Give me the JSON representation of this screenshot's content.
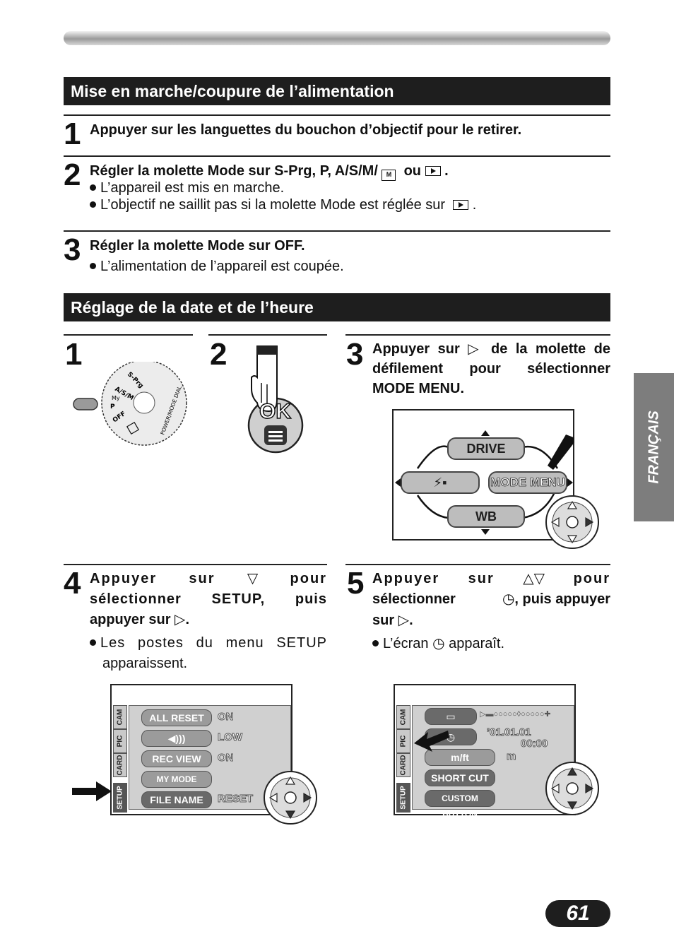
{
  "section1": {
    "title": "Mise en marche/coupure de l’alimentation",
    "steps": [
      {
        "num": "1",
        "title": "Appuyer sur les languettes du bouchon d’objectif pour le retirer."
      },
      {
        "num": "2",
        "title_a": "Régler la molette Mode sur S-Prg, P, A/S/M/",
        "title_or": "ou",
        "bullets": [
          "L’appareil est mis en marche.",
          "L’objectif ne saillit pas si la molette Mode est réglée sur"
        ]
      },
      {
        "num": "3",
        "title": "Régler la molette Mode sur OFF.",
        "bullets": [
          "L’alimentation de l’appareil est coupée."
        ]
      }
    ]
  },
  "section2": {
    "title": "Réglage de la date et de l’heure",
    "step1": {
      "num": "1",
      "dial_labels": [
        "S-Prg",
        "A/S/M",
        "My",
        "P",
        "OFF",
        "POWER/MODE DIAL"
      ]
    },
    "step2": {
      "num": "2",
      "button_label": "OK"
    },
    "step3": {
      "num": "3",
      "text_a": "Appuyer sur",
      "text_b": "de la molette de",
      "line2": "défilement pour sélectionner",
      "line3": "MODE MENU.",
      "screen": {
        "drive": "DRIVE",
        "mode_menu": "MODE MENU",
        "wb": "WB"
      }
    },
    "step4": {
      "num": "4",
      "l1a": "Appuyer",
      "l1b": "sur",
      "l1c": "pour",
      "l2": "sélectionner SETUP, puis",
      "l3": "appuyer sur",
      "bullet_a": "Les postes du menu SETUP",
      "bullet_b": "apparaissent.",
      "screen": {
        "tabs": [
          "CAM",
          "PIC",
          "CARD",
          "SETUP"
        ],
        "items": [
          "ALL RESET",
          "",
          "REC VIEW",
          "MY MODE SETUP",
          "FILE NAME"
        ],
        "values": [
          "ON",
          "LOW",
          "ON",
          "",
          "RESET"
        ]
      }
    },
    "step5": {
      "num": "5",
      "l1a": "Appuyer",
      "l1b": "sur",
      "l1c": "pour",
      "l2a": "sélectionner",
      "l2b": ", puis appuyer",
      "l3": "sur",
      "bullet_a": "L’écran",
      "bullet_b": "apparaît.",
      "screen": {
        "tabs": [
          "CAM",
          "PIC",
          "CARD",
          "SETUP"
        ],
        "items": [
          "",
          "",
          "m/ft",
          "SHORT CUT",
          "CUSTOM BUTTON"
        ],
        "date": "’01.01.01",
        "time": "00:00",
        "unit": "m"
      }
    }
  },
  "side_tab": "FRANÇAIS",
  "page_number": "61"
}
